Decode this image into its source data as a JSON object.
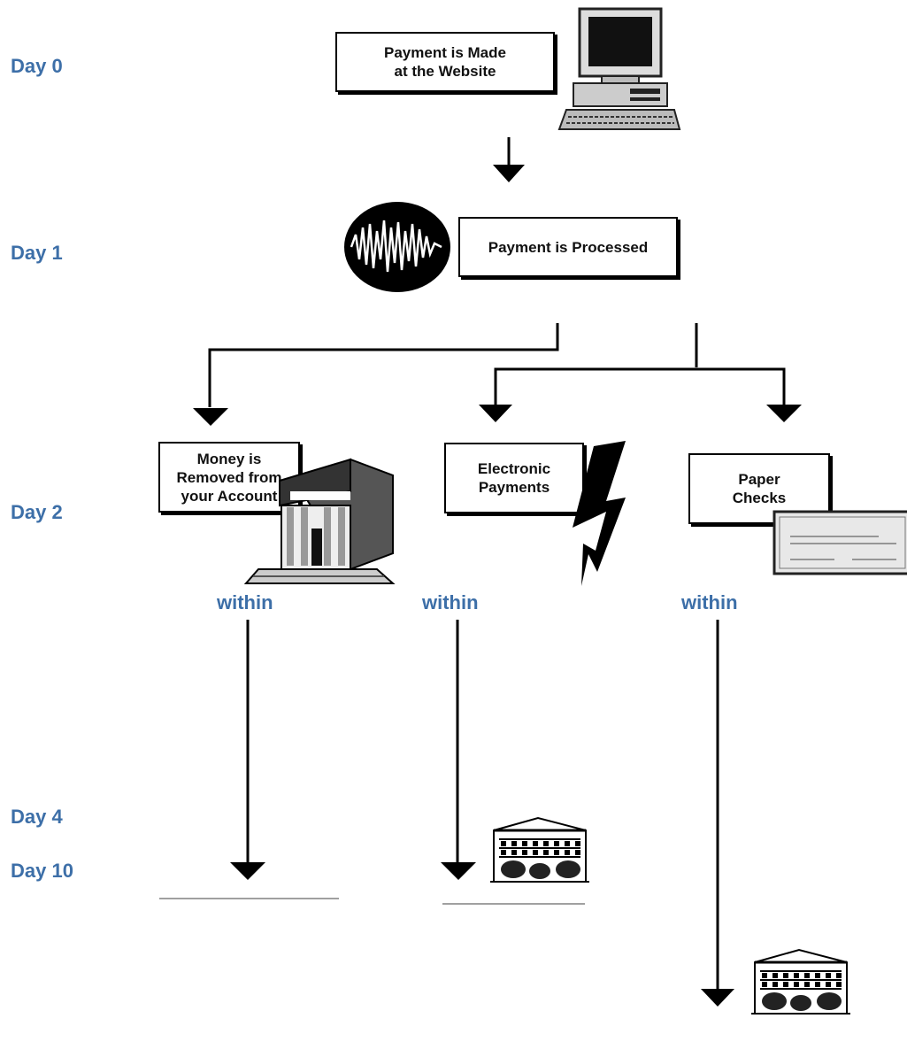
{
  "days": {
    "day0": "Day 0",
    "day1": "Day 1",
    "day2": "Day 2",
    "day4": "Day 4",
    "day10": "Day 10"
  },
  "boxes": {
    "payment_made": "Payment is Made\nat the Website",
    "payment_processed": "Payment is Processed",
    "money_removed": "Money is\nRemoved from\nyour Account",
    "electronic": "Electronic\nPayments",
    "paper": "Paper\nChecks"
  },
  "within": {
    "money": "within",
    "electronic": "within",
    "paper": "within"
  },
  "icons": {
    "computer": "computer-icon",
    "signal": "signal-wave-icon",
    "bank": "bank-building-icon",
    "lightning": "lightning-bolt-icon",
    "check": "paper-check-icon",
    "office_1": "office-building-icon",
    "office_2": "office-building-icon"
  },
  "colors": {
    "day_label": "#3d6fa8",
    "line": "#000000",
    "underline": "#a0a0a0"
  }
}
